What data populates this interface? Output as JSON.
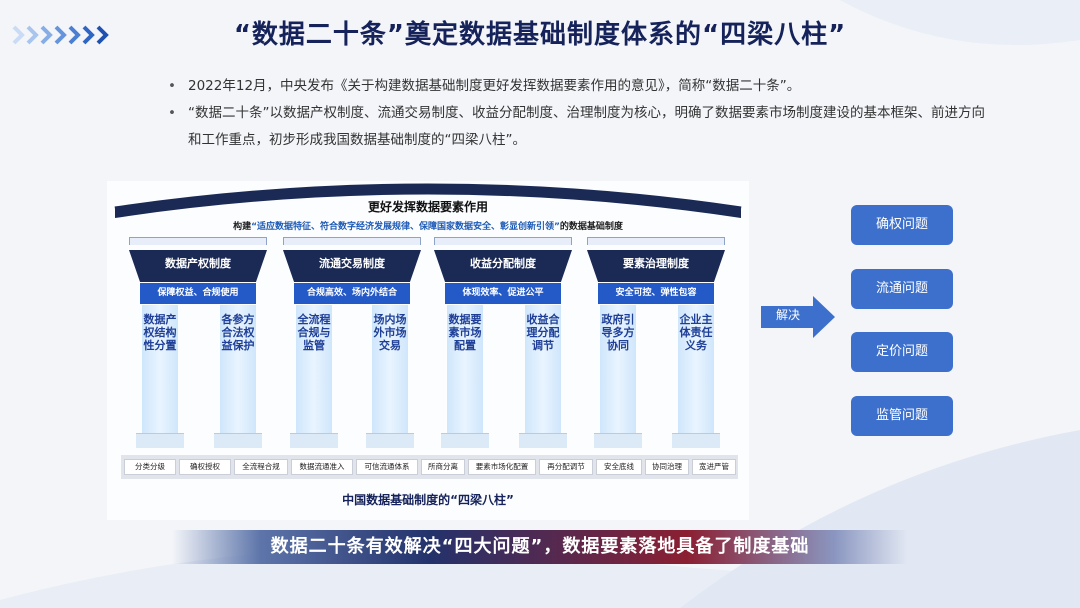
{
  "title": "“数据二十条”奠定数据基础制度体系的“四梁八柱”",
  "bullets": [
    "2022年12月，中央发布《关于构建数据基础制度更好发挥数据要素作用的意见》，简称“数据二十条”。",
    "“数据二十条”以数据产权制度、流通交易制度、收益分配制度、治理制度为核心，明确了数据要素市场制度建设的基本框架、前进方向和工作重点，初步形成我国数据基础制度的“四梁八柱”。"
  ],
  "diagram": {
    "roof_title": "更好发挥数据要素作用",
    "roof_sub_prefix": "构建",
    "roof_sub_highlight": "“适应数据特征、符合数字经济发展规律、保障国家数据安全、彰显创新引领”",
    "roof_sub_suffix": "的数据基础制度",
    "beams": [
      {
        "name": "数据产权制度",
        "band": "保障权益、合规使用",
        "pillars": [
          "数据产权结构性分置",
          "各参方合法权益保护"
        ]
      },
      {
        "name": "流通交易制度",
        "band": "合规高效、场内外结合",
        "pillars": [
          "全流程合规与监管",
          "场内场外市场交易"
        ]
      },
      {
        "name": "收益分配制度",
        "band": "体现效率、促进公平",
        "pillars": [
          "数据要素市场配置",
          "收益合理分配调节"
        ]
      },
      {
        "name": "要素治理制度",
        "band": "安全可控、弹性包容",
        "pillars": [
          "政府引导多方协同",
          "企业主体责任义务"
        ]
      }
    ],
    "foundation": [
      "分类分级",
      "确权授权",
      "全流程合规",
      "数据流通准入",
      "可信流通体系",
      "所商分离",
      "要素市场化配置",
      "再分配调节",
      "安全底线",
      "协同治理",
      "宽进严管"
    ],
    "bottom_title": "中国数据基础制度的“四梁八柱”"
  },
  "arrow_label": "解决",
  "problems": [
    "确权问题",
    "流通问题",
    "定价问题",
    "监管问题"
  ],
  "banner": "数据二十条有效解决“四大问题”，数据要素落地具备了制度基础",
  "colors": {
    "navy": "#1b2a55",
    "band_blue": "#2459c8",
    "problem_blue": "#3d70cc",
    "title": "#16235a"
  }
}
